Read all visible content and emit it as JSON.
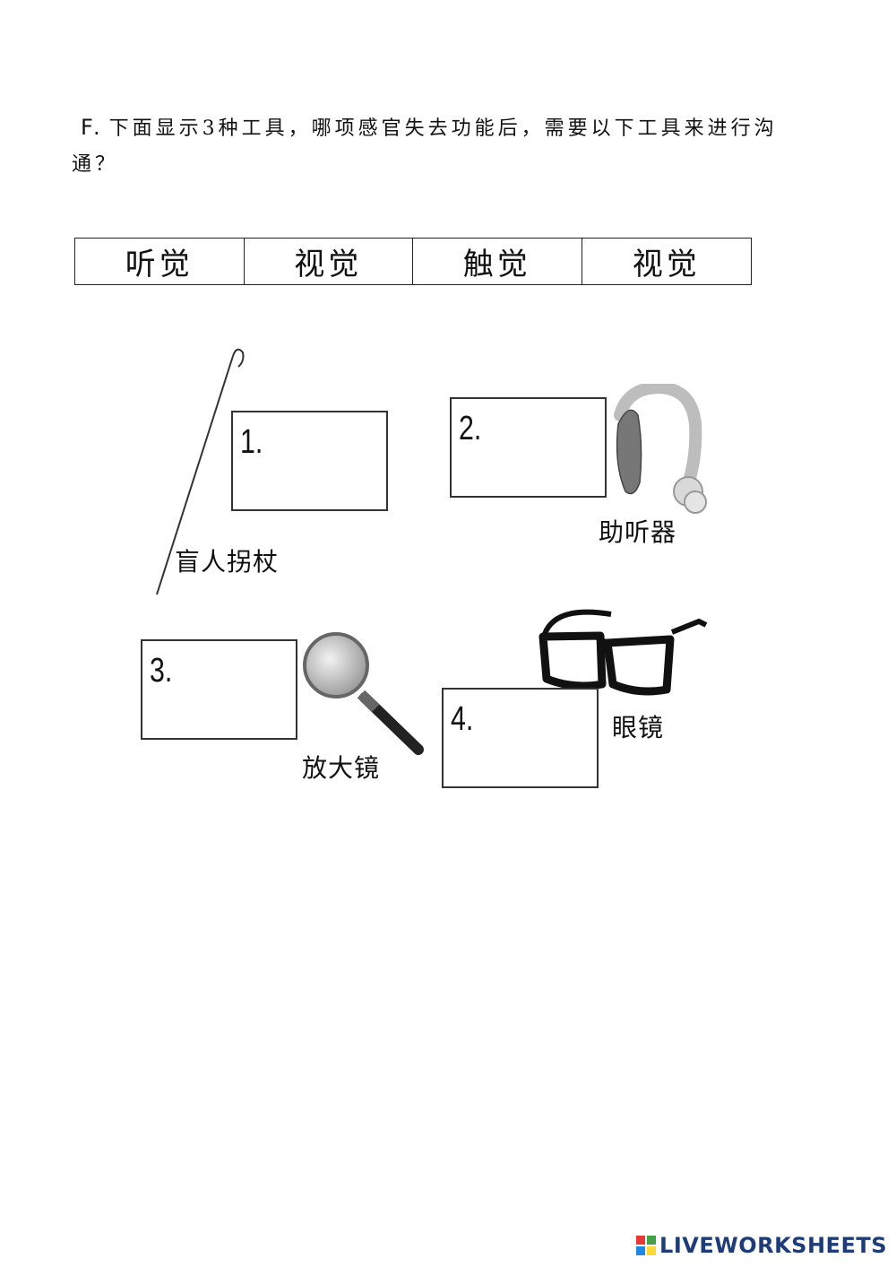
{
  "question": {
    "label": "F.",
    "text": "下面显示3种工具，哪项感官失去功能后，需要以下工具来进行沟通？"
  },
  "options": [
    "听觉",
    "视觉",
    "触觉",
    "视觉"
  ],
  "items": [
    {
      "number": "1.",
      "caption": "盲人拐杖",
      "icon": "white-cane-icon"
    },
    {
      "number": "2.",
      "caption": "助听器",
      "icon": "hearing-aid-icon"
    },
    {
      "number": "3.",
      "caption": "放大镜",
      "icon": "magnifying-glass-icon"
    },
    {
      "number": "4.",
      "caption": "眼镜",
      "icon": "eyeglasses-icon"
    }
  ],
  "footer": {
    "brand": "LIVEWORKSHEETS",
    "colors": [
      "#e53935",
      "#43a047",
      "#1e88e5",
      "#fdd835"
    ]
  }
}
